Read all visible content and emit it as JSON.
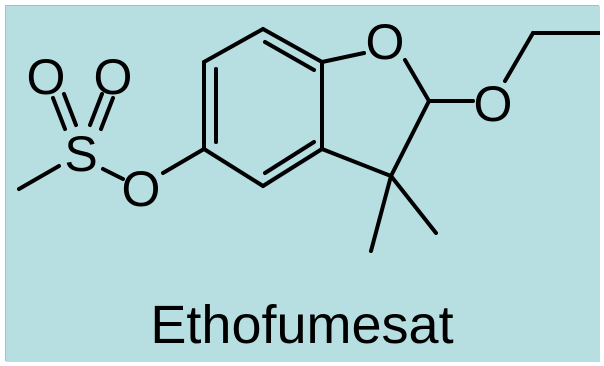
{
  "colors": {
    "background": "#b7dfe2",
    "border": "#9cc3c7",
    "ink": "#000000"
  },
  "molecule": {
    "name": "Ethofumesat",
    "atoms": {
      "ring_oxygen": "O",
      "ether_oxygen": "O",
      "ester_oxygen": "O",
      "sulfur": "S",
      "sulfonyl_oxygen_left": "O",
      "sulfonyl_oxygen_right": "O"
    }
  }
}
